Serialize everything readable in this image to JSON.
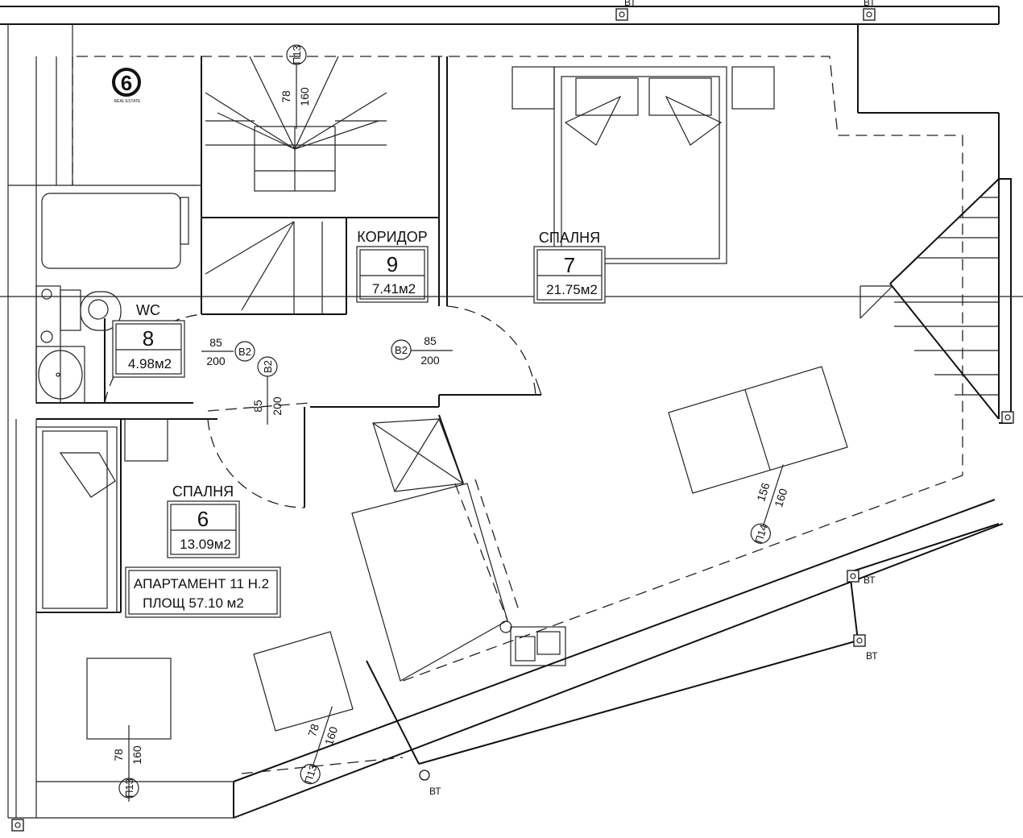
{
  "logo": {
    "mark": "6",
    "caption": "REAL ESTATE"
  },
  "rooms": [
    {
      "id": "corridor",
      "name": "КОРИДОР",
      "number": "9",
      "area": "7.41м2"
    },
    {
      "id": "bedroom-7",
      "name": "СПАЛНЯ",
      "number": "7",
      "area": "21.75м2"
    },
    {
      "id": "wc",
      "name": "WC",
      "number": "8",
      "area": "4.98м2"
    },
    {
      "id": "bedroom-6",
      "name": "СПАЛНЯ",
      "number": "6",
      "area": "13.09м2"
    }
  ],
  "apartment": {
    "line1": "АПАРТАМЕНТ 11 Н.2",
    "line2": "ПЛОЩ 57.10 м2"
  },
  "doors": [
    {
      "tag": "В2",
      "width": "85",
      "height": "200"
    },
    {
      "tag": "В2",
      "width": "85",
      "height": "200"
    },
    {
      "tag": "В2",
      "width": "85",
      "height": "200"
    }
  ],
  "windows": [
    {
      "tag": "П13",
      "width": "78",
      "height": "160"
    },
    {
      "tag": "П14",
      "width": "156",
      "height": "160"
    },
    {
      "tag": "П13",
      "width": "78",
      "height": "160"
    },
    {
      "tag": "П13",
      "width": "78",
      "height": "160"
    }
  ],
  "markers": [
    "ВТ",
    "ВТ",
    "ВТ",
    "ВТ",
    "ВТ"
  ]
}
